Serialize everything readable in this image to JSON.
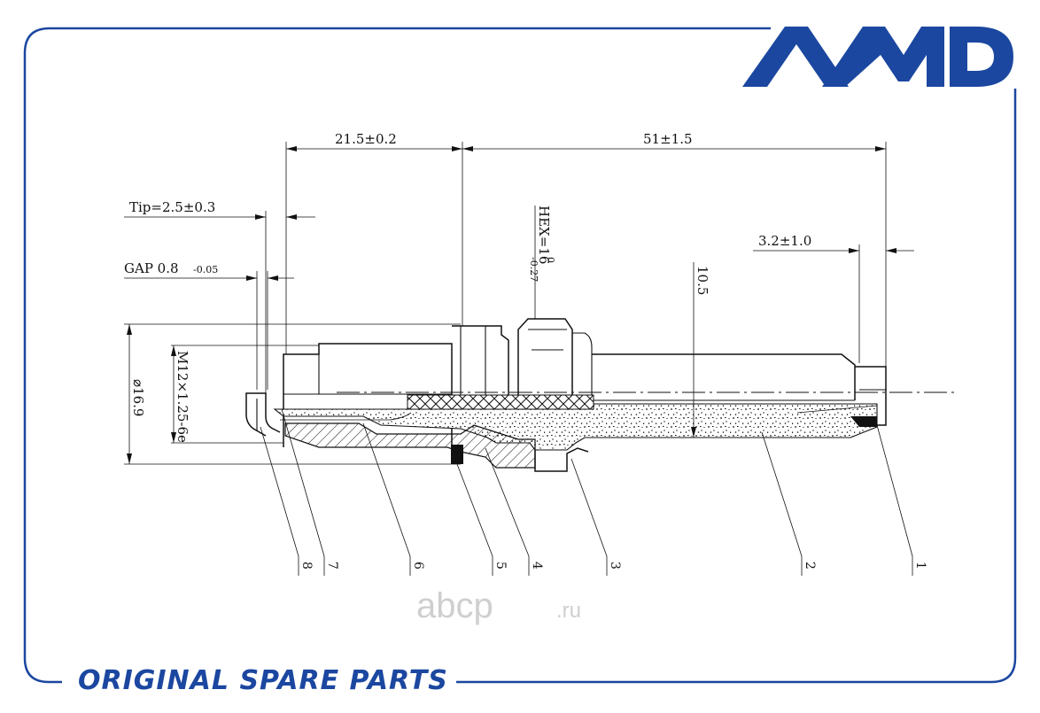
{
  "brand": {
    "logo_text": "AMD",
    "color": "#1b47a0"
  },
  "footer": {
    "text": "ORIGINAL SPARE PARTS"
  },
  "watermark": {
    "main": "abcp",
    "suffix": ".ru"
  },
  "dimensions": {
    "top_left": "21.5±0.2",
    "top_right": "51±1.5",
    "tip": "Tip=2.5±0.3",
    "gap_main": "GAP 0.8",
    "gap_tol": "-0.05",
    "terminal": "3.2±1.0",
    "height": "10.5",
    "hex_main": "HEX=16",
    "hex_upper": "0",
    "hex_lower": "-0.27",
    "thread": "M12×1.25-6e",
    "diameter": "⌀16.9"
  },
  "callouts": [
    "1",
    "2",
    "3",
    "4",
    "5",
    "6",
    "7",
    "8"
  ]
}
